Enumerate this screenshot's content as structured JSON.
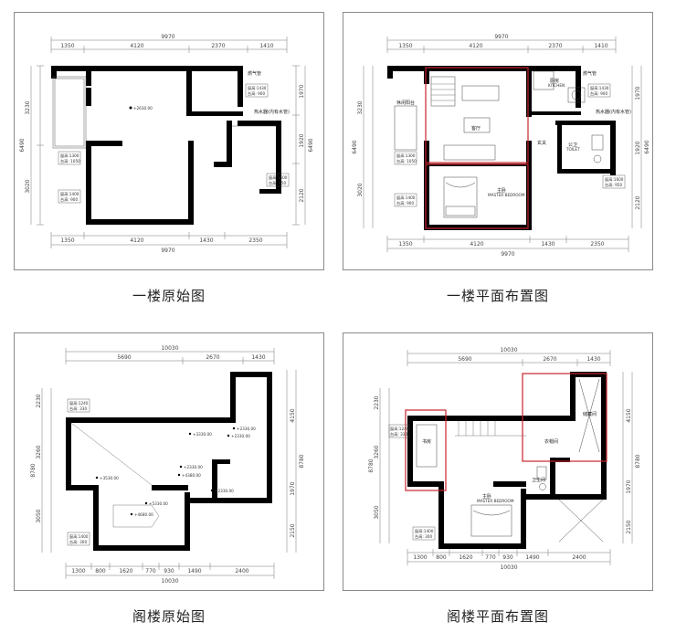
{
  "panels": [
    {
      "caption": "一楼原始图",
      "dims_top": [
        "9970",
        "1350",
        "4120",
        "2370",
        "1410"
      ],
      "dims_bottom": [
        "1350",
        "4120",
        "1430",
        "2350",
        "9970"
      ],
      "dims_left": [
        "3230",
        "6490",
        "3020"
      ],
      "dims_right": [
        "1970",
        "6490",
        "1920",
        "2120"
      ],
      "labels": {
        "gas": "燃气管",
        "water_heater": "热水器(内有水管)",
        "elev": "+2630.00",
        "tag_a": [
          "窗高:1430",
          "台高: 900"
        ],
        "tag_b": [
          "窗高:1300",
          "台高: 1050"
        ],
        "tag_c": [
          "窗高:1400",
          "台高: 900"
        ],
        "tag_d": [
          "窗高:1600",
          "台高: 950"
        ]
      }
    },
    {
      "caption": "一楼平面布置图",
      "dims_top": [
        "9970",
        "1350",
        "4120",
        "2370",
        "1410"
      ],
      "dims_bottom": [
        "1350",
        "4120",
        "1430",
        "2350",
        "9970"
      ],
      "dims_left": [
        "3230",
        "6490",
        "3020"
      ],
      "dims_right": [
        "1970",
        "6490",
        "1920",
        "2120"
      ],
      "labels": {
        "gas": "燃气管",
        "water_heater": "热水器(内有水管)",
        "kitchen": "厨房",
        "kitchen_en": "KITCHEN",
        "leisure": "休闲阳台",
        "living": "客厅",
        "bedroom": "主卧",
        "bedroom_en": "MASTER BEDROOM",
        "toilet": "公卫",
        "toilet_en": "TOILET",
        "entry": "玄关",
        "tag_a": [
          "窗高:1430",
          "台高: 900"
        ],
        "tag_b": [
          "窗高:1300",
          "台高: 1050"
        ],
        "tag_c": [
          "窗高:1400",
          "台高: 900"
        ],
        "tag_d": [
          "窗高:1600",
          "台高: 950"
        ]
      }
    },
    {
      "caption": "阁楼原始图",
      "dims_top": [
        "10030",
        "5690",
        "2670",
        "1430"
      ],
      "dims_bottom": [
        "1300",
        "800",
        "1620",
        "770",
        "930",
        "1490",
        "2400",
        "10030"
      ],
      "dims_left": [
        "2230",
        "8780",
        "3260",
        "3050"
      ],
      "dims_right": [
        "4150",
        "8780",
        "1970",
        "2150"
      ],
      "labels": {
        "elevs": [
          "+3530.00",
          "+3330.00",
          "+2330.00",
          "+2330.00",
          "+2330.00",
          "+4380.00",
          "+2330.00",
          "+5330.00",
          "+4680.00"
        ],
        "tag_a": [
          "窗高:1240",
          "台高: 330"
        ],
        "tag_b": [
          "窗高:1400",
          "台高: 300"
        ]
      }
    },
    {
      "caption": "阁楼平面布置图",
      "dims_top": [
        "10030",
        "5690",
        "2670",
        "1430"
      ],
      "dims_bottom": [
        "1300",
        "800",
        "1620",
        "770",
        "930",
        "1490",
        "2400",
        "10030"
      ],
      "dims_left": [
        "2230",
        "8780",
        "3260",
        "3050"
      ],
      "dims_right": [
        "4150",
        "8780",
        "1970",
        "2150"
      ],
      "labels": {
        "study": "书房",
        "closet": "衣帽间",
        "storage": "储藏间",
        "toilet": "卫生间",
        "bedroom": "主卧",
        "bedroom_en": "MASTER BEDROOM",
        "tag_a": [
          "窗高:1240",
          "台高: 330"
        ],
        "tag_b": [
          "窗高:1400",
          "台高: 300"
        ]
      }
    }
  ],
  "colors": {
    "wall": "#000000",
    "highlight": "#c8232c",
    "dim_line": "#777777"
  }
}
